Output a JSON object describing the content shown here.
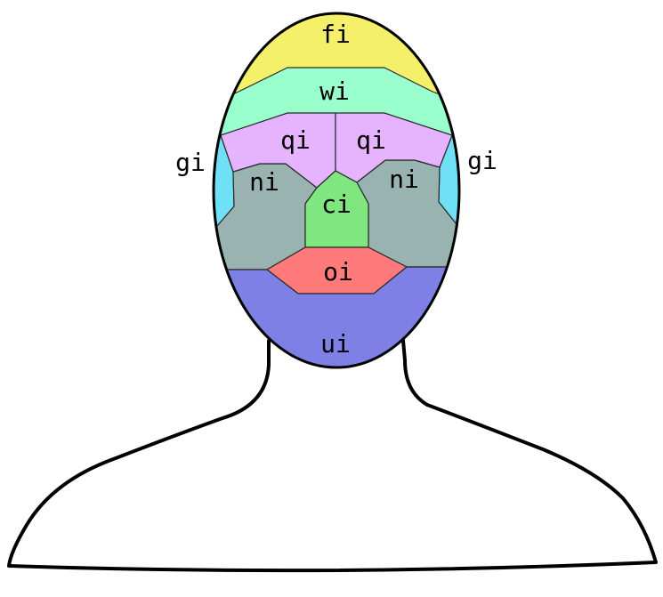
{
  "regions": {
    "forehead_top": {
      "label": "fi",
      "color": "#f5f06a"
    },
    "forehead": {
      "label": "wi",
      "color": "#99ffcc"
    },
    "brow_left": {
      "label": "qi",
      "color": "#e6b3ff"
    },
    "brow_right": {
      "label": "qi",
      "color": "#e6b3ff"
    },
    "temple_left": {
      "label": "gi",
      "color": "#6fe0f5"
    },
    "temple_right": {
      "label": "gi",
      "color": "#6fe0f5"
    },
    "cheek_left": {
      "label": "ni",
      "color": "#99b3b0"
    },
    "cheek_right": {
      "label": "ni",
      "color": "#99b3b0"
    },
    "nose": {
      "label": "ci",
      "color": "#80e680"
    },
    "mouth": {
      "label": "oi",
      "color": "#ff7a7a"
    },
    "chin": {
      "label": "ui",
      "color": "#7f80e6"
    }
  },
  "outline_color": "#000000",
  "background": "#ffffff"
}
